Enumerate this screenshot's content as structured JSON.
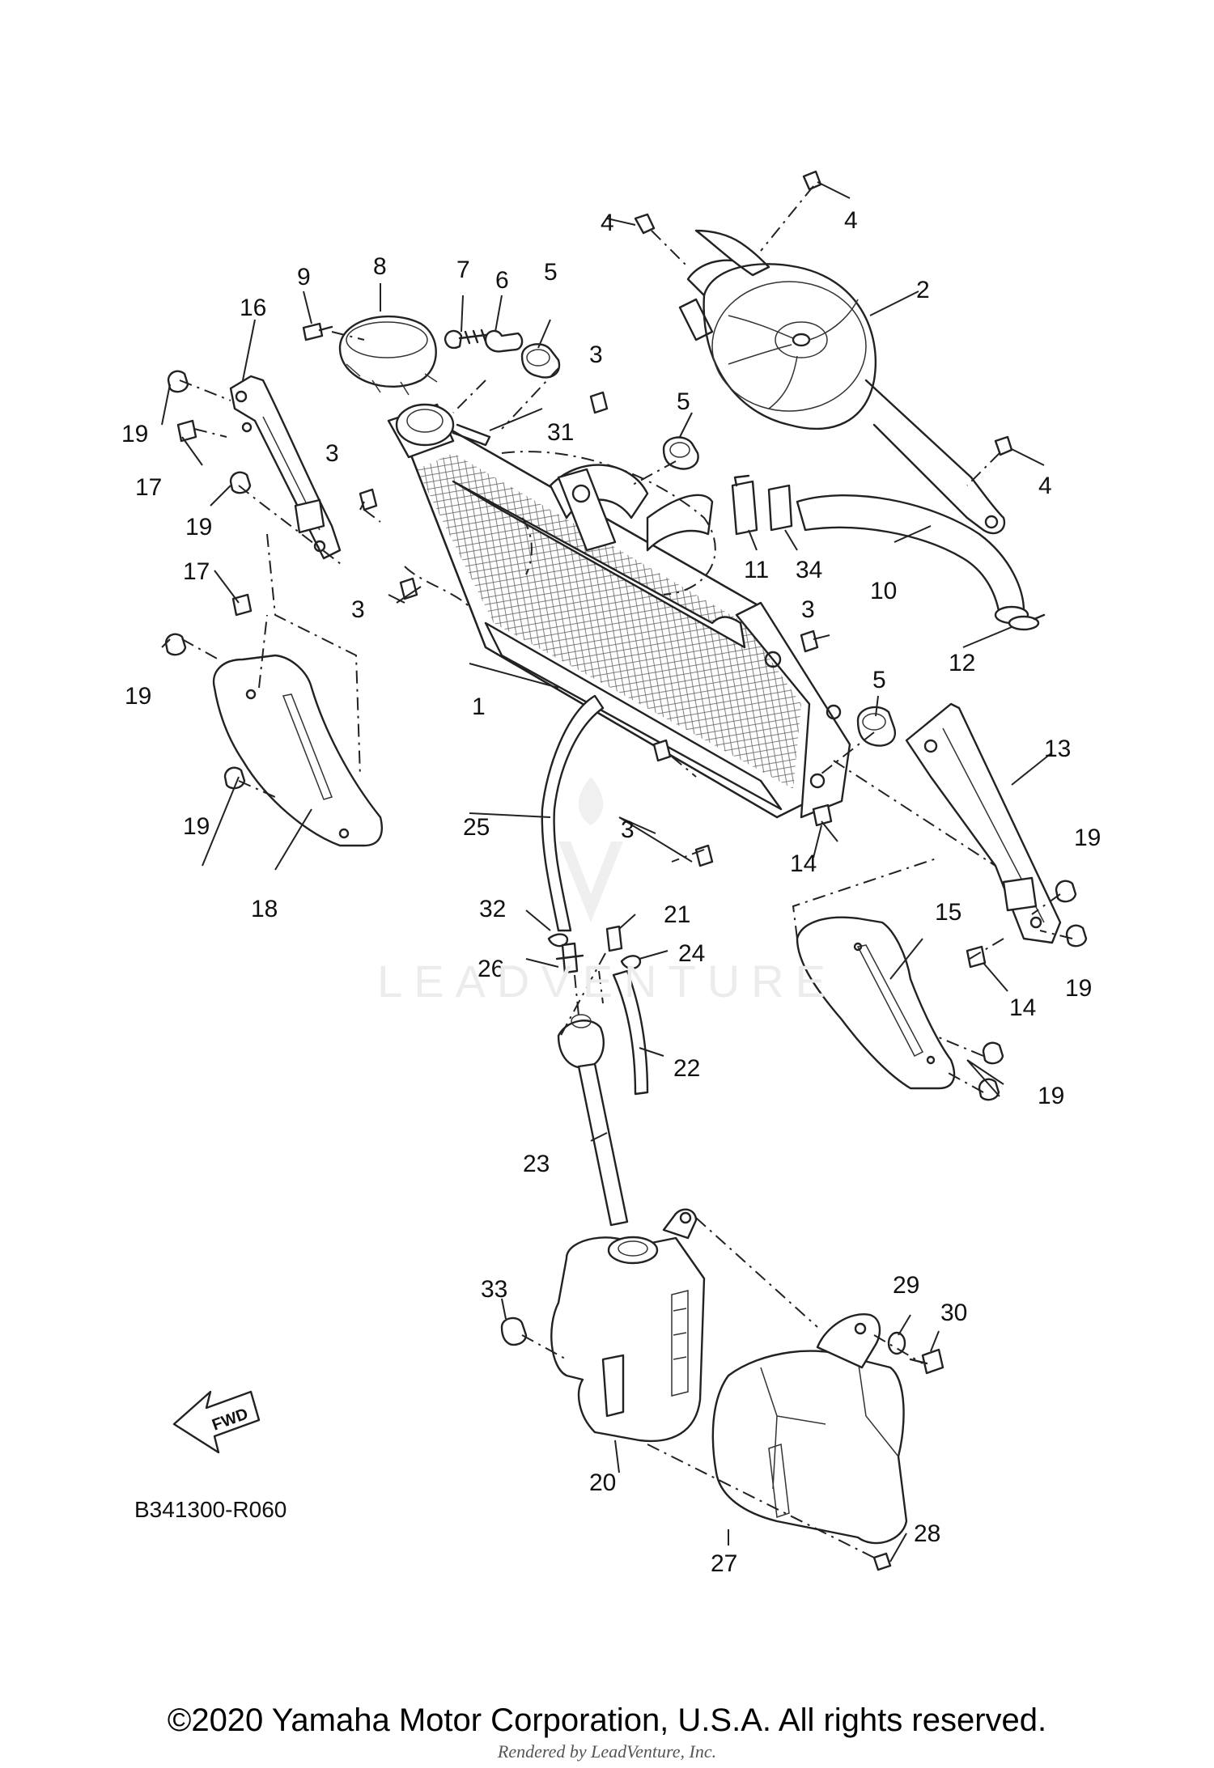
{
  "diagram": {
    "code": "B341300-R060",
    "fwd_label": "FWD",
    "watermark": "LEADVENTURE",
    "copyright": "©2020 Yamaha Motor Corporation, U.S.A. All rights reserved.",
    "rendered_by": "Rendered by LeadVenture, Inc."
  },
  "callouts": [
    "1",
    "2",
    "3",
    "4",
    "5",
    "6",
    "7",
    "8",
    "9",
    "10",
    "11",
    "12",
    "13",
    "14",
    "15",
    "16",
    "17",
    "18",
    "19",
    "20",
    "21",
    "22",
    "23",
    "24",
    "25",
    "26",
    "27",
    "28",
    "29",
    "30",
    "31",
    "32",
    "33",
    "34"
  ]
}
